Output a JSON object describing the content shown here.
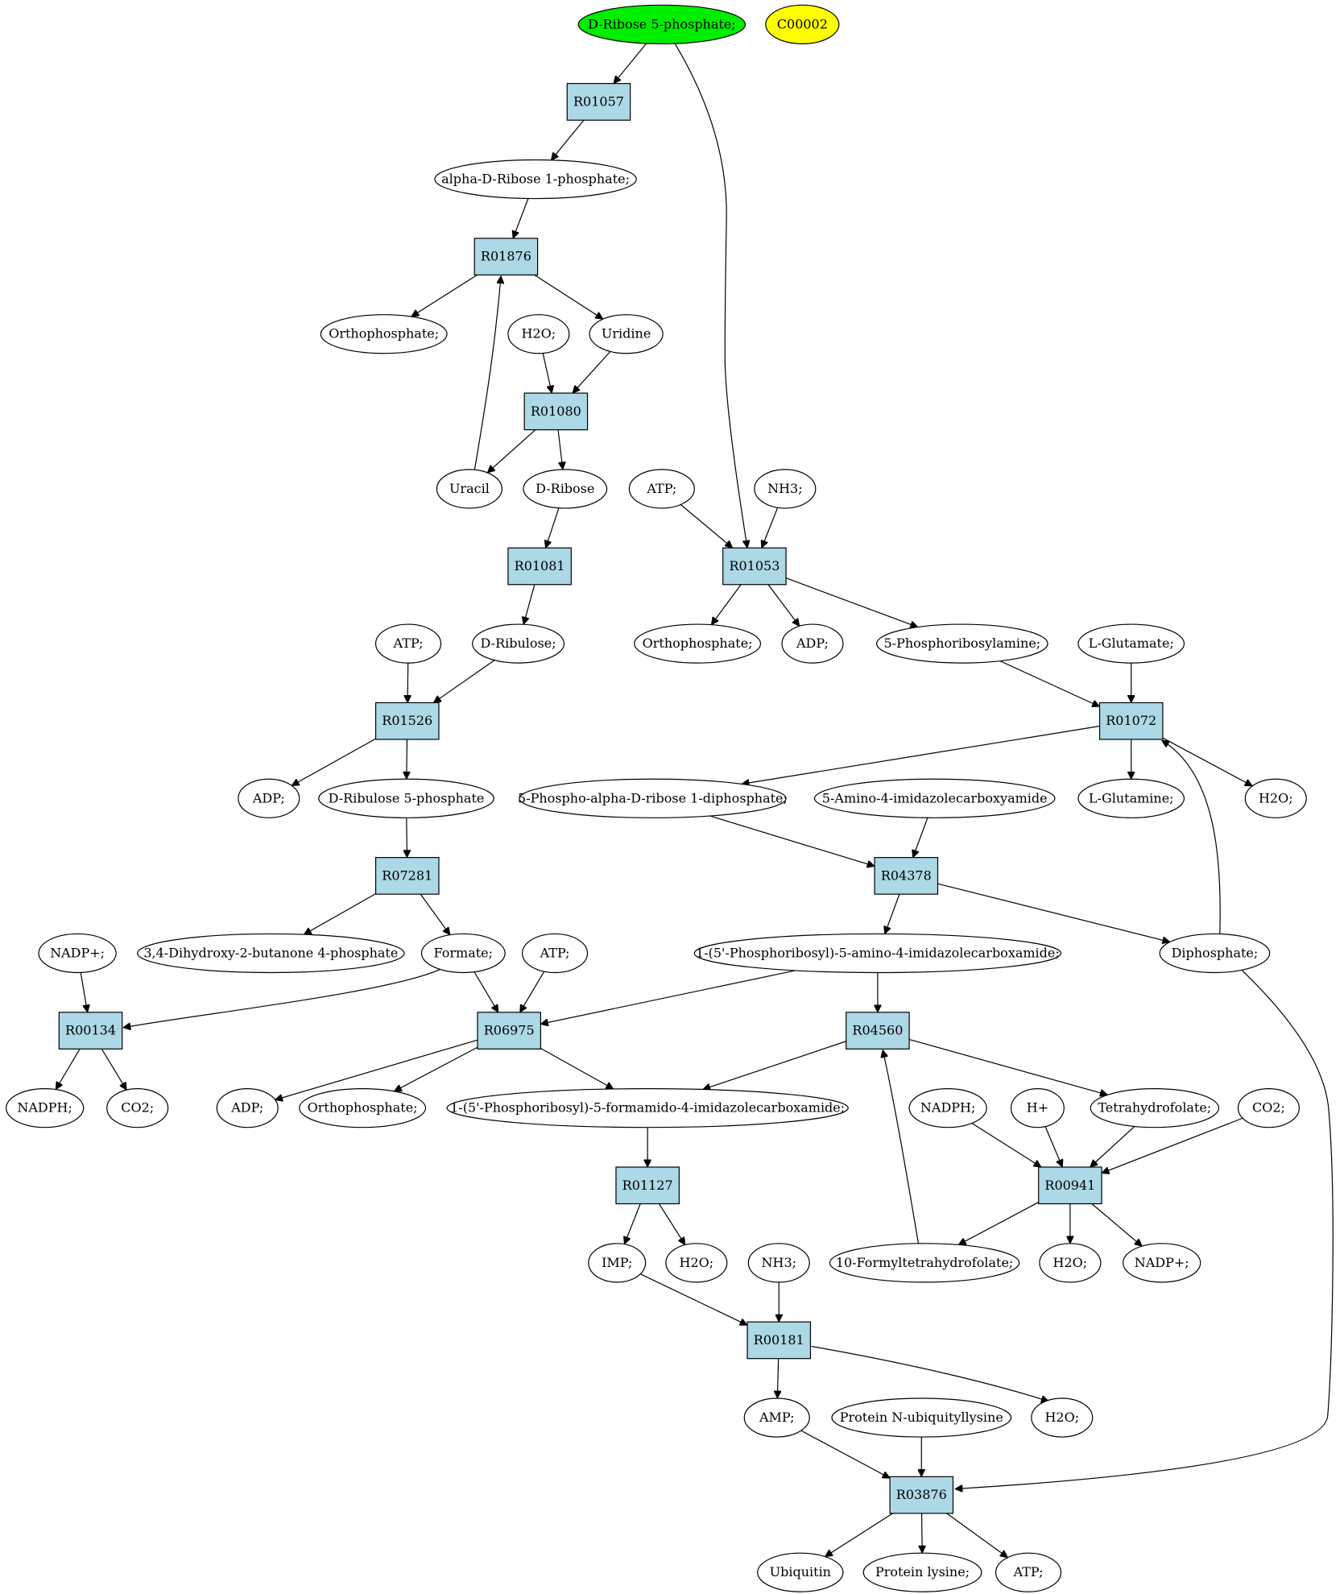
{
  "colors": {
    "reaction_fill": "#add8e6",
    "start_compound_fill": "#00ee00",
    "highlight_compound_fill": "#ffff00",
    "compound_fill": "#ffffff"
  },
  "compounds": {
    "d_ribose_5p": "D-Ribose 5-phosphate;",
    "c00002": "C00002",
    "alpha_ribose_1p": "alpha-D-Ribose 1-phosphate;",
    "orthophosphate_1": "Orthophosphate;",
    "h2o_1": "H2O;",
    "uridine": "Uridine",
    "uracil": "Uracil",
    "d_ribose": "D-Ribose",
    "atp_1": "ATP;",
    "nh3_1": "NH3;",
    "atp_2": "ATP;",
    "d_ribulose": "D-Ribulose;",
    "orthophosphate_2": "Orthophosphate;",
    "adp_1": "ADP;",
    "phosphoribosylamine": "5-Phosphoribosylamine;",
    "l_glutamate": "L-Glutamate;",
    "adp_2": "ADP;",
    "d_ribulose_5p": "D-Ribulose 5-phosphate",
    "prpp": "5-Phospho-alpha-D-ribose 1-diphosphate;",
    "aica": "5-Amino-4-imidazolecarboxyamide",
    "l_glutamine": "L-Glutamine;",
    "h2o_2": "H2O;",
    "nadp_1": "NADP+;",
    "dihydroxy_butanone": "3,4-Dihydroxy-2-butanone 4-phosphate",
    "formate": "Formate;",
    "atp_3": "ATP;",
    "aicar": "1-(5'-Phosphoribosyl)-5-amino-4-imidazolecarboxamide;",
    "diphosphate": "Diphosphate;",
    "nadph_1": "NADPH;",
    "co2_1": "CO2;",
    "adp_3": "ADP;",
    "orthophosphate_3": "Orthophosphate;",
    "faicar": "1-(5'-Phosphoribosyl)-5-formamido-4-imidazolecarboxamide;",
    "nadph_2": "NADPH;",
    "h_plus": "H+",
    "thf": "Tetrahydrofolate;",
    "co2_2": "CO2;",
    "imp": "IMP;",
    "h2o_3": "H2O;",
    "nh3_2": "NH3;",
    "formyl_thf": "10-Formyltetrahydrofolate;",
    "h2o_4": "H2O;",
    "nadp_2": "NADP+;",
    "amp": "AMP;",
    "protein_ub_lysine": "Protein N-ubiquityllysine",
    "h2o_5": "H2O;",
    "ubiquitin": "Ubiquitin",
    "protein_lysine": "Protein lysine;",
    "atp_4": "ATP;"
  },
  "reactions": {
    "R01057": "R01057",
    "R01876": "R01876",
    "R01080": "R01080",
    "R01081": "R01081",
    "R01053": "R01053",
    "R01526": "R01526",
    "R01072": "R01072",
    "R07281": "R07281",
    "R04378": "R04378",
    "R00134": "R00134",
    "R06975": "R06975",
    "R04560": "R04560",
    "R01127": "R01127",
    "R00941": "R00941",
    "R00181": "R00181",
    "R03876": "R03876"
  },
  "edges": [
    [
      "d_ribose_5p",
      "R01057"
    ],
    [
      "R01057",
      "alpha_ribose_1p"
    ],
    [
      "alpha_ribose_1p",
      "R01876"
    ],
    [
      "R01876",
      "orthophosphate_1"
    ],
    [
      "R01876",
      "uridine"
    ],
    [
      "h2o_1",
      "R01080"
    ],
    [
      "uridine",
      "R01080"
    ],
    [
      "R01080",
      "uracil"
    ],
    [
      "R01080",
      "d_ribose"
    ],
    [
      "uracil",
      "R01876"
    ],
    [
      "d_ribose",
      "R01081"
    ],
    [
      "R01081",
      "d_ribulose"
    ],
    [
      "d_ribose_5p",
      "R01053"
    ],
    [
      "atp_1",
      "R01053"
    ],
    [
      "nh3_1",
      "R01053"
    ],
    [
      "R01053",
      "orthophosphate_2"
    ],
    [
      "R01053",
      "adp_1"
    ],
    [
      "R01053",
      "phosphoribosylamine"
    ],
    [
      "atp_2",
      "R01526"
    ],
    [
      "d_ribulose",
      "R01526"
    ],
    [
      "R01526",
      "adp_2"
    ],
    [
      "R01526",
      "d_ribulose_5p"
    ],
    [
      "phosphoribosylamine",
      "R01072"
    ],
    [
      "l_glutamate",
      "R01072"
    ],
    [
      "R01072",
      "prpp"
    ],
    [
      "R01072",
      "l_glutamine"
    ],
    [
      "R01072",
      "h2o_2"
    ],
    [
      "diphosphate",
      "R01072"
    ],
    [
      "d_ribulose_5p",
      "R07281"
    ],
    [
      "R07281",
      "dihydroxy_butanone"
    ],
    [
      "R07281",
      "formate"
    ],
    [
      "prpp",
      "R04378"
    ],
    [
      "aica",
      "R04378"
    ],
    [
      "R04378",
      "aicar"
    ],
    [
      "R04378",
      "diphosphate"
    ],
    [
      "nadp_1",
      "R00134"
    ],
    [
      "formate",
      "R00134"
    ],
    [
      "R00134",
      "nadph_1"
    ],
    [
      "R00134",
      "co2_1"
    ],
    [
      "formate",
      "R06975"
    ],
    [
      "atp_3",
      "R06975"
    ],
    [
      "aicar",
      "R06975"
    ],
    [
      "R06975",
      "adp_3"
    ],
    [
      "R06975",
      "orthophosphate_3"
    ],
    [
      "R06975",
      "faicar"
    ],
    [
      "aicar",
      "R04560"
    ],
    [
      "formyl_thf",
      "R04560"
    ],
    [
      "R04560",
      "faicar"
    ],
    [
      "R04560",
      "thf"
    ],
    [
      "faicar",
      "R01127"
    ],
    [
      "R01127",
      "imp"
    ],
    [
      "R01127",
      "h2o_3"
    ],
    [
      "nadph_2",
      "R00941"
    ],
    [
      "h_plus",
      "R00941"
    ],
    [
      "thf",
      "R00941"
    ],
    [
      "co2_2",
      "R00941"
    ],
    [
      "R00941",
      "formyl_thf"
    ],
    [
      "R00941",
      "h2o_4"
    ],
    [
      "R00941",
      "nadp_2"
    ],
    [
      "imp",
      "R00181"
    ],
    [
      "nh3_2",
      "R00181"
    ],
    [
      "R00181",
      "amp"
    ],
    [
      "R00181",
      "h2o_5"
    ],
    [
      "amp",
      "R03876"
    ],
    [
      "protein_ub_lysine",
      "R03876"
    ],
    [
      "diphosphate",
      "R03876"
    ],
    [
      "R03876",
      "ubiquitin"
    ],
    [
      "R03876",
      "protein_lysine"
    ],
    [
      "R03876",
      "atp_4"
    ]
  ]
}
